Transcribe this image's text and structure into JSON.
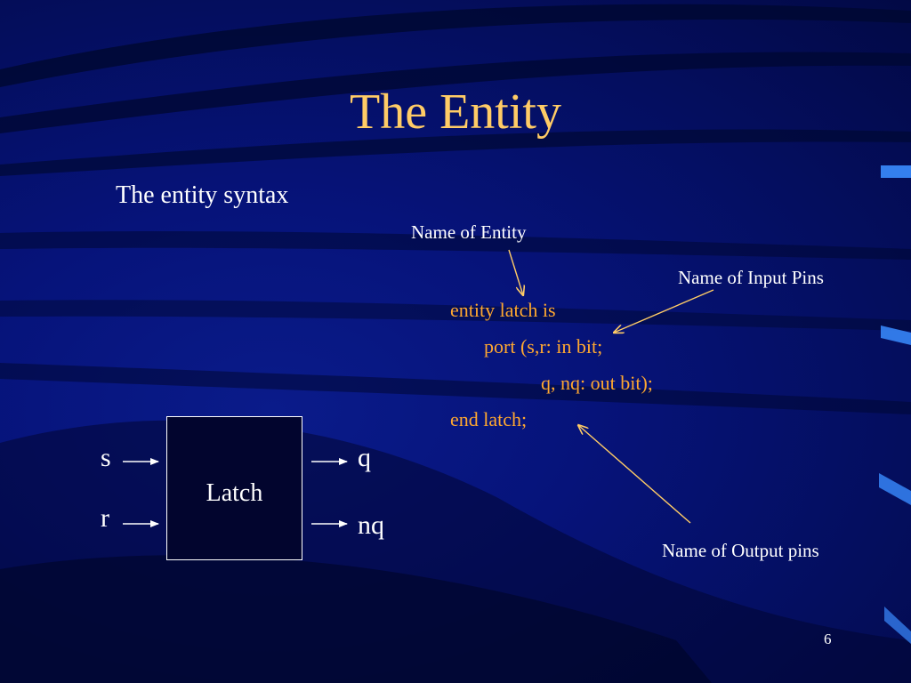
{
  "slide": {
    "title": "The Entity",
    "subtitle": "The entity syntax",
    "page_number": "6"
  },
  "annotations": {
    "entity_name": "Name of Entity",
    "input_pins": "Name of Input Pins",
    "output_pins": "Name of Output pins"
  },
  "code": {
    "line1": "entity latch is",
    "line2": "port (s,r: in bit;",
    "line3": "q, nq: out bit);",
    "line4": "end latch;"
  },
  "diagram": {
    "block_label": "Latch",
    "inputs": [
      "s",
      "r"
    ],
    "outputs": [
      "q",
      "nq"
    ]
  },
  "colors": {
    "background": "#06137a",
    "title": "#ffcc66",
    "code": "#ffa830",
    "text": "#ffffff",
    "annotation_arrow": "#ffcc66"
  }
}
